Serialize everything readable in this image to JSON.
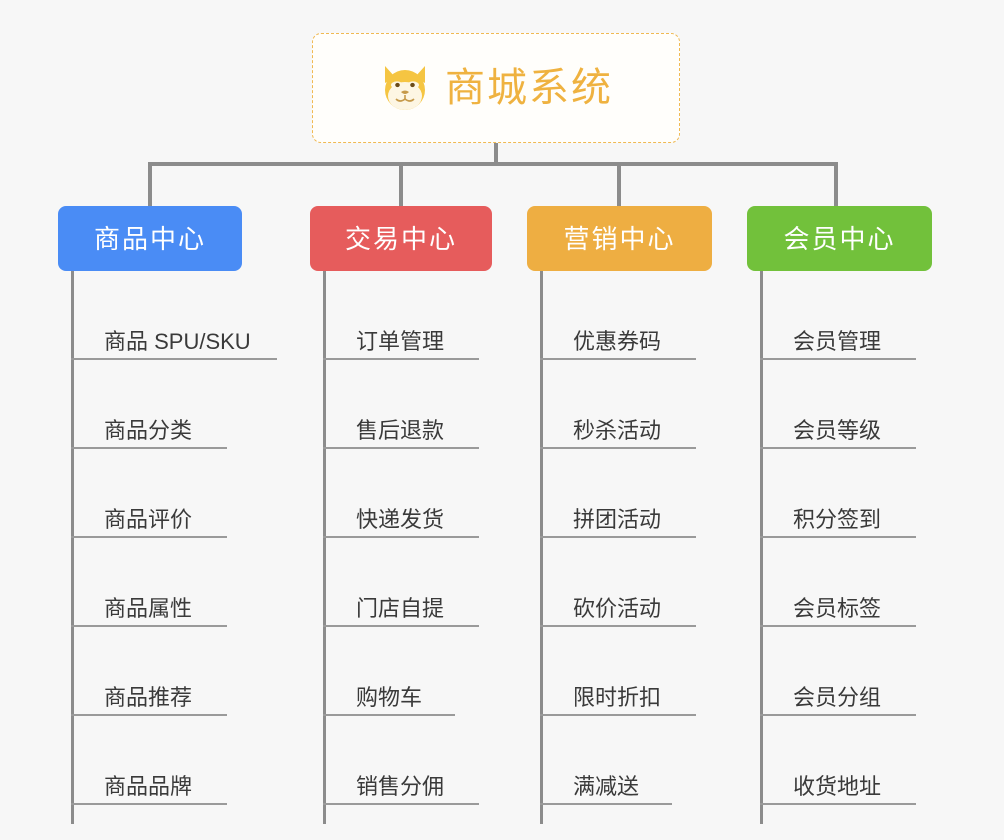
{
  "root": {
    "title": "商城系统",
    "icon": "shiba-dog-icon",
    "accent_color": "#efb240",
    "border_color": "#f0b952",
    "background": "#fffefb"
  },
  "canvas": {
    "background": "#f7f7f7",
    "connector_color": "#8c8c8c"
  },
  "branches": [
    {
      "label": "商品中心",
      "color": "#4a8cf5",
      "items": [
        {
          "label": "商品 SPU/SKU",
          "narrow": false
        },
        {
          "label": "商品分类",
          "narrow": true
        },
        {
          "label": "商品评价",
          "narrow": true
        },
        {
          "label": "商品属性",
          "narrow": true
        },
        {
          "label": "商品推荐",
          "narrow": true
        },
        {
          "label": "商品品牌",
          "narrow": true
        }
      ]
    },
    {
      "label": "交易中心",
      "color": "#e65c5c",
      "items": [
        {
          "label": "订单管理",
          "narrow": false
        },
        {
          "label": "售后退款",
          "narrow": false
        },
        {
          "label": "快递发货",
          "narrow": false
        },
        {
          "label": "门店自提",
          "narrow": false
        },
        {
          "label": "购物车",
          "narrow": true
        },
        {
          "label": "销售分佣",
          "narrow": false
        }
      ]
    },
    {
      "label": "营销中心",
      "color": "#eeae42",
      "items": [
        {
          "label": "优惠券码",
          "narrow": false
        },
        {
          "label": "秒杀活动",
          "narrow": false
        },
        {
          "label": "拼团活动",
          "narrow": false
        },
        {
          "label": "砍价活动",
          "narrow": false
        },
        {
          "label": "限时折扣",
          "narrow": false
        },
        {
          "label": "满减送",
          "narrow": true
        }
      ]
    },
    {
      "label": "会员中心",
      "color": "#72c13b",
      "items": [
        {
          "label": "会员管理",
          "narrow": false
        },
        {
          "label": "会员等级",
          "narrow": false
        },
        {
          "label": "积分签到",
          "narrow": false
        },
        {
          "label": "会员标签",
          "narrow": false
        },
        {
          "label": "会员分组",
          "narrow": false
        },
        {
          "label": "收货地址",
          "narrow": false
        }
      ]
    }
  ]
}
